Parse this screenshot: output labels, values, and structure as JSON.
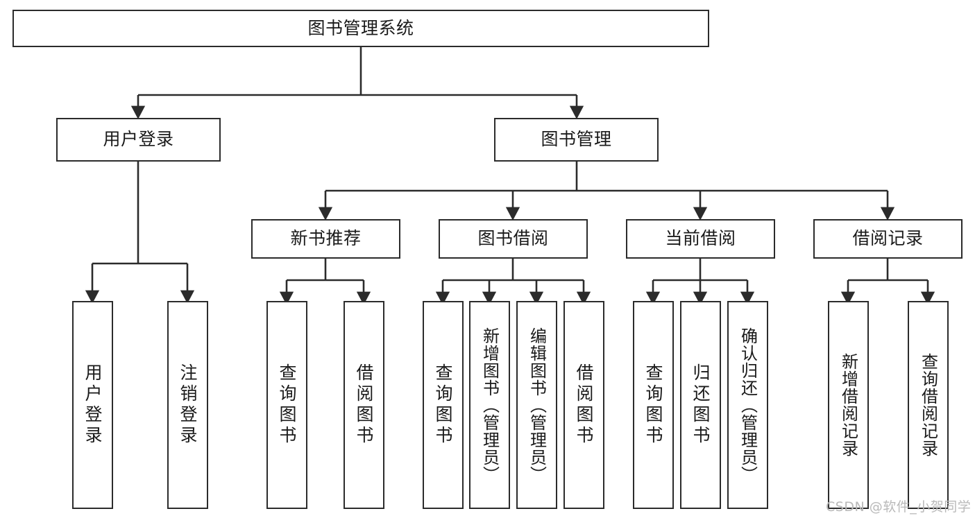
{
  "diagram": {
    "title": "图书管理系统",
    "type": "tree",
    "stroke_color": "#2b2b2b",
    "text_color": "#1a1a1a",
    "background": "#ffffff",
    "levels": [
      {
        "level": 1,
        "nodes": [
          {
            "id": "root",
            "label": "图书管理系统",
            "orientation": "horizontal"
          }
        ]
      },
      {
        "level": 2,
        "nodes": [
          {
            "id": "login",
            "label": "用户登录",
            "orientation": "horizontal"
          },
          {
            "id": "bookmgmt",
            "label": "图书管理",
            "orientation": "horizontal"
          }
        ]
      },
      {
        "level": 3,
        "nodes": [
          {
            "id": "newbook",
            "label": "新书推荐",
            "orientation": "horizontal"
          },
          {
            "id": "borrow",
            "label": "图书借阅",
            "orientation": "horizontal"
          },
          {
            "id": "current",
            "label": "当前借阅",
            "orientation": "horizontal"
          },
          {
            "id": "records",
            "label": "借阅记录",
            "orientation": "horizontal"
          }
        ]
      },
      {
        "level": 4,
        "nodes": [
          {
            "id": "leaf-user-login",
            "label": "用户登录",
            "orientation": "vertical",
            "parent": "login"
          },
          {
            "id": "leaf-user-logout",
            "label": "注销登录",
            "orientation": "vertical",
            "parent": "login"
          },
          {
            "id": "leaf-new-query",
            "label": "查询图书",
            "orientation": "vertical",
            "parent": "newbook"
          },
          {
            "id": "leaf-new-borrow",
            "label": "借阅图书",
            "orientation": "vertical",
            "parent": "newbook"
          },
          {
            "id": "leaf-borrow-query",
            "label": "查询图书",
            "orientation": "vertical",
            "parent": "borrow"
          },
          {
            "id": "leaf-borrow-add",
            "label": "新增图书（管理员）",
            "orientation": "vertical",
            "parent": "borrow"
          },
          {
            "id": "leaf-borrow-edit",
            "label": "编辑图书（管理员）",
            "orientation": "vertical",
            "parent": "borrow"
          },
          {
            "id": "leaf-borrow-lend",
            "label": "借阅图书",
            "orientation": "vertical",
            "parent": "borrow"
          },
          {
            "id": "leaf-current-query",
            "label": "查询图书",
            "orientation": "vertical",
            "parent": "current"
          },
          {
            "id": "leaf-current-return",
            "label": "归还图书",
            "orientation": "vertical",
            "parent": "current"
          },
          {
            "id": "leaf-current-confirm",
            "label": "确认归还（管理员）",
            "orientation": "vertical",
            "parent": "current"
          },
          {
            "id": "leaf-record-add",
            "label": "新增借阅记录",
            "orientation": "vertical",
            "parent": "records"
          },
          {
            "id": "leaf-record-query",
            "label": "查询借阅记录",
            "orientation": "vertical",
            "parent": "records"
          }
        ]
      }
    ]
  },
  "watermark": {
    "text": "CSDN @软件_小贺同学"
  }
}
